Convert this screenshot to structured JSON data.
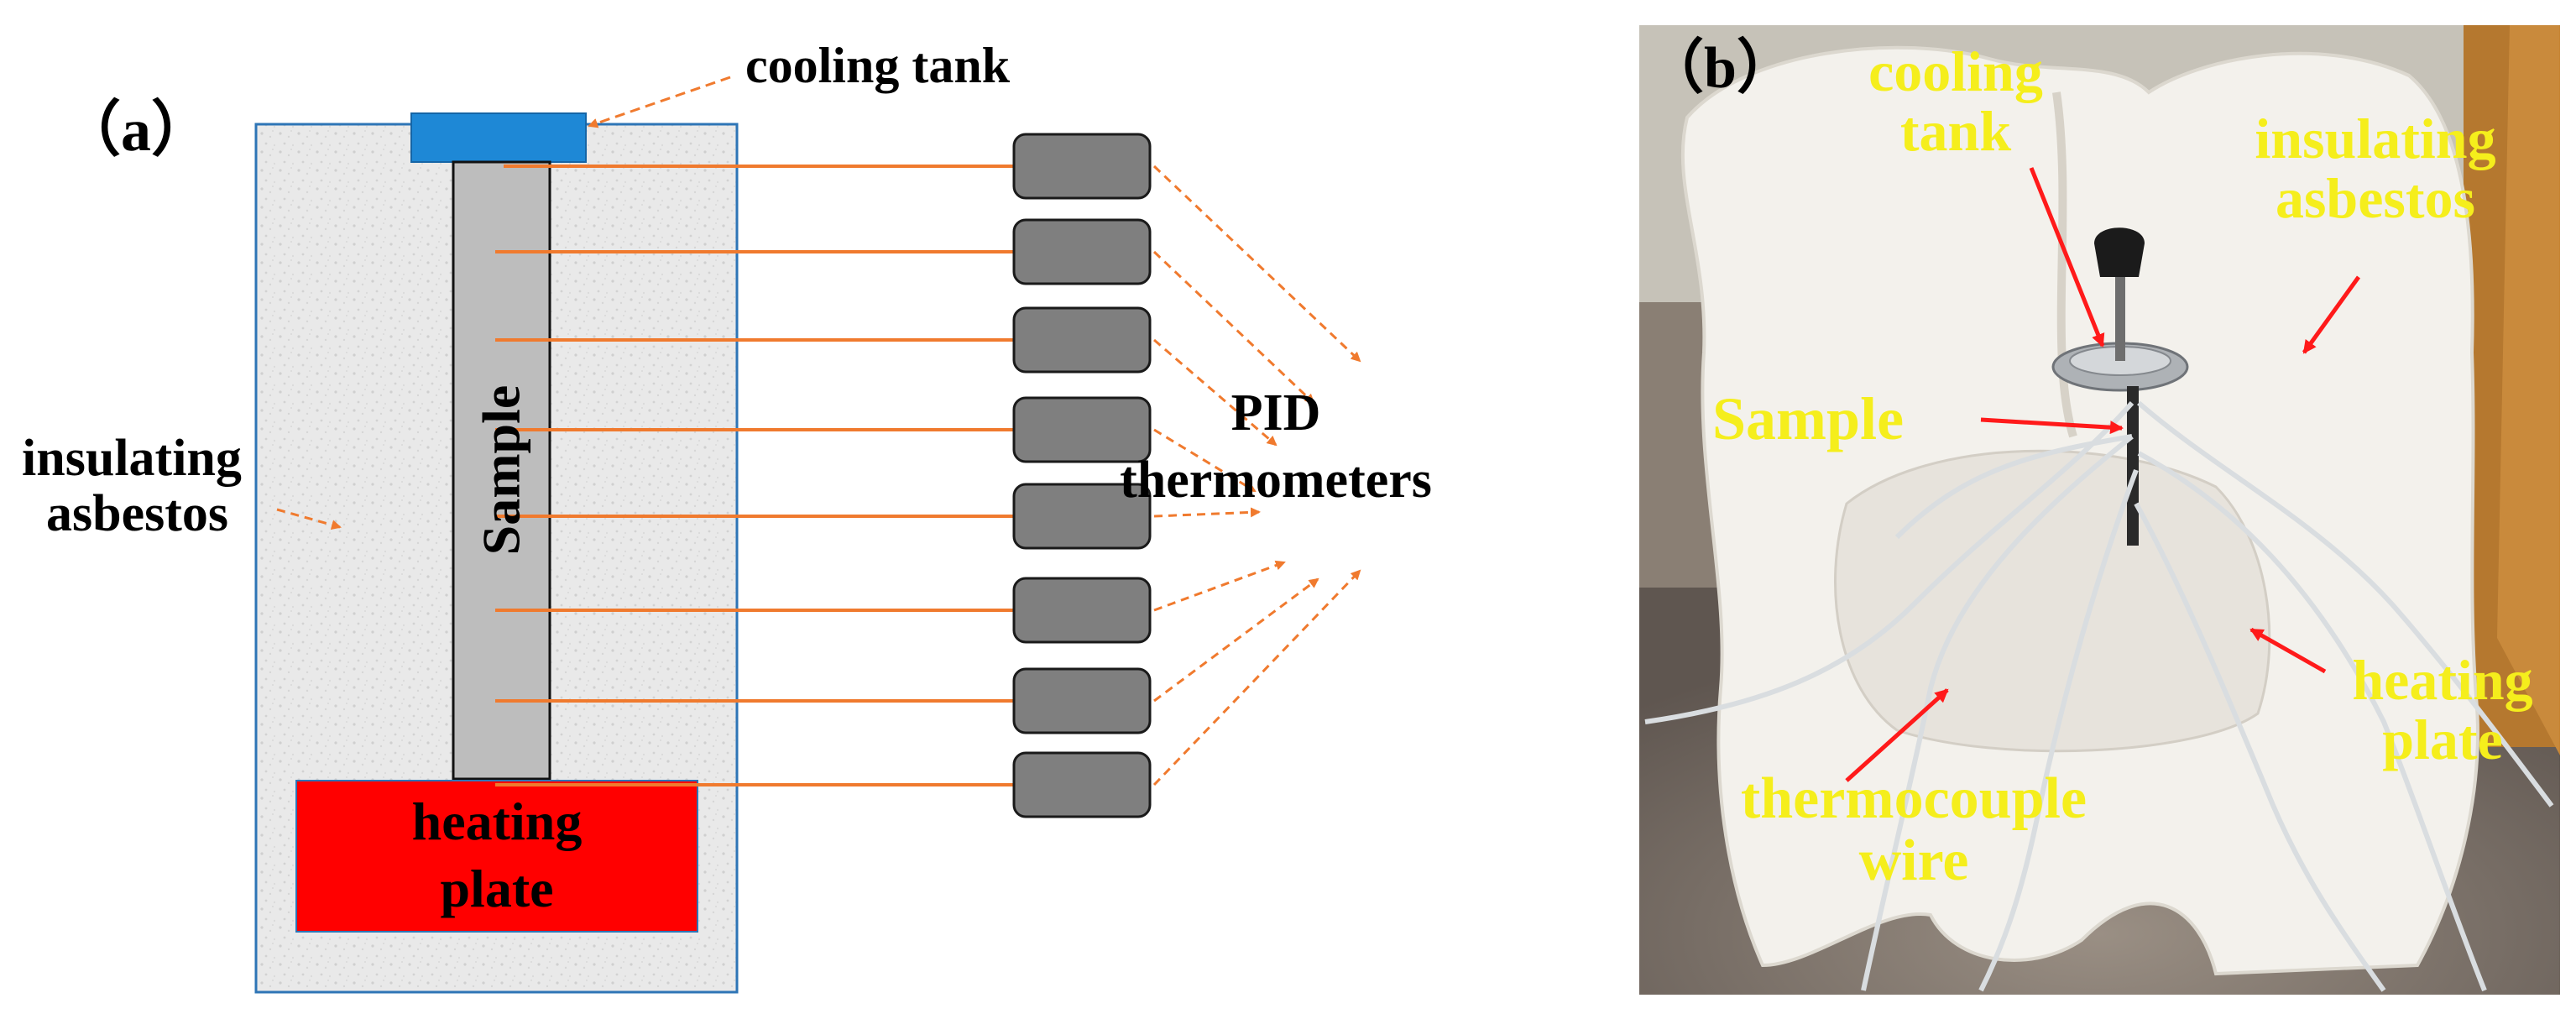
{
  "panel_a": {
    "label": "（a）",
    "cooling_tank": "cooling tank",
    "sample": "Sample",
    "insulating_asbestos": [
      "insulating",
      "asbestos"
    ],
    "heating_plate": [
      "heating",
      "plate"
    ],
    "pid_thermometers": [
      "PID",
      "thermometers"
    ],
    "thermometer_count": 8
  },
  "panel_b": {
    "label": "（b）",
    "cooling_tank": [
      "cooling",
      "tank"
    ],
    "insulating_asbestos": [
      "insulating",
      "asbestos"
    ],
    "sample": "Sample",
    "heating_plate": [
      "heating",
      "plate"
    ],
    "thermocouple_wire": [
      "thermocouple",
      "wire"
    ]
  },
  "colors": {
    "sensor_line": "#f07a2e",
    "arrow_dash": "#f07a2e",
    "cooling_tank": "#1e88d6",
    "heating_plate": "#ff0000",
    "sample": "#bdbdbd",
    "thermometer": "#7f7f7f",
    "annotation_yellow": "#f5ee1c",
    "annotation_arrow_red": "#ff1a1a"
  }
}
